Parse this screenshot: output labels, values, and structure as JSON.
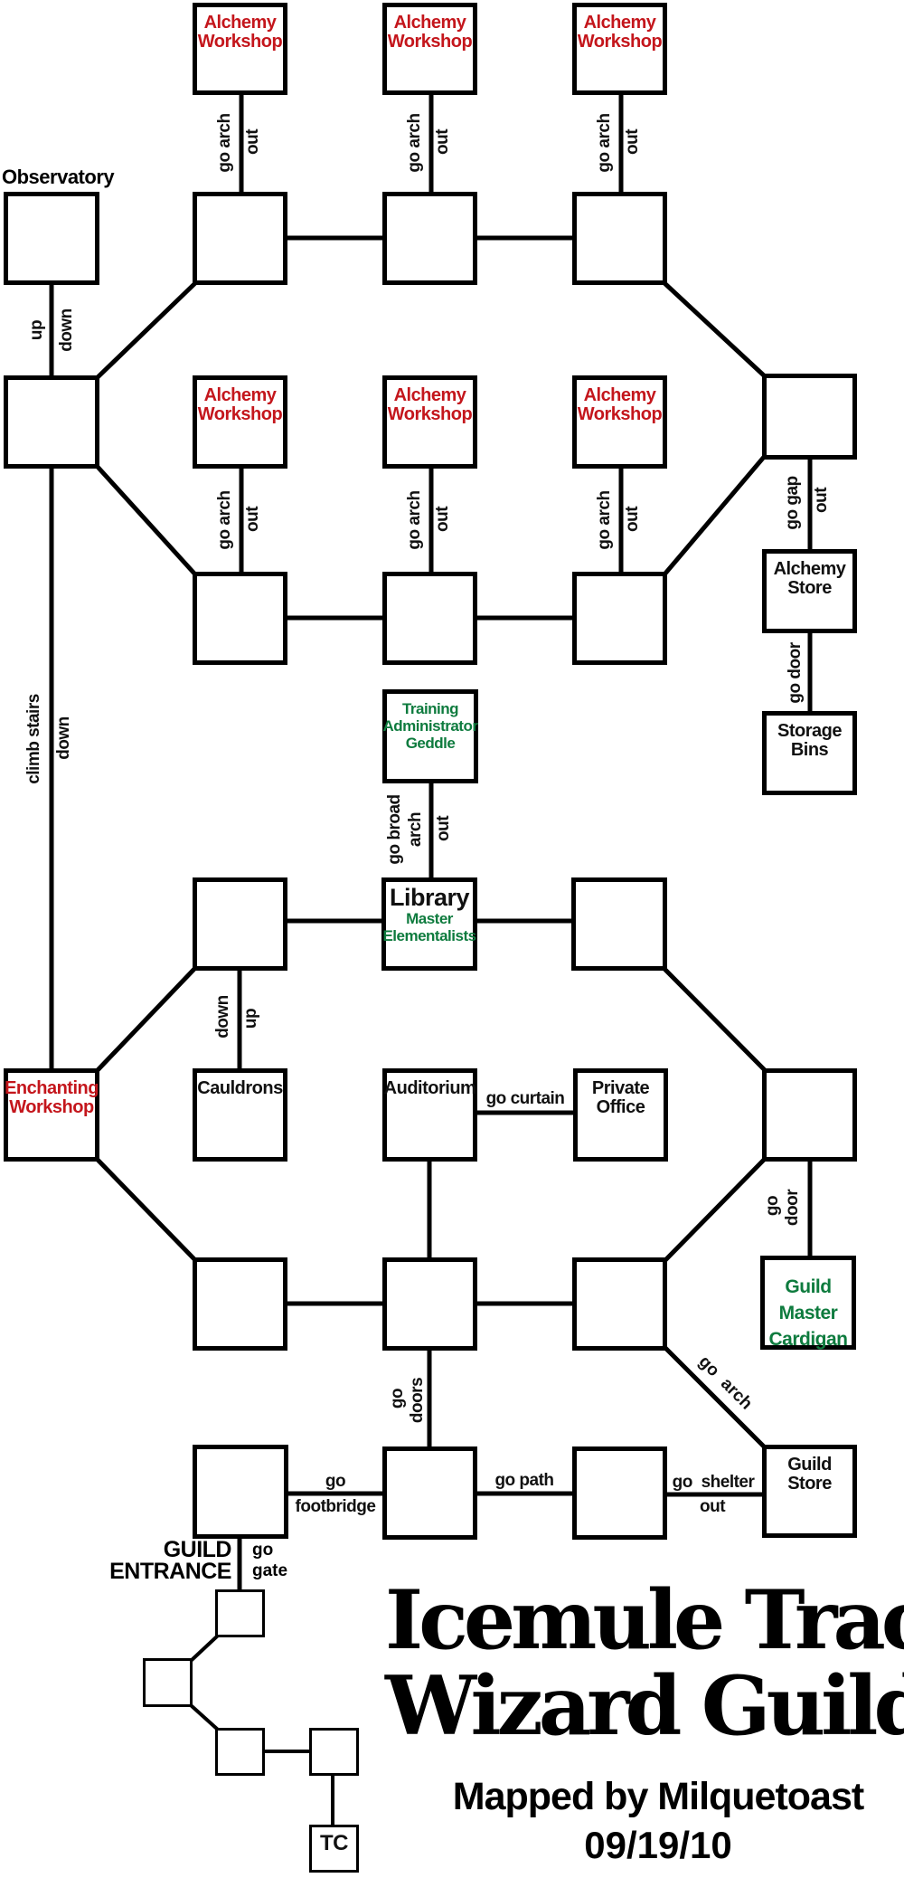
{
  "title": {
    "line1": "Icemule Trace",
    "line2": "Wizard Guild",
    "credit": "Mapped by Milquetoast",
    "date": "09/19/10"
  },
  "colors": {
    "red": "#C4161C",
    "green": "#0E7B3E",
    "line": "#000000",
    "bg": "#FFFFFF"
  },
  "rooms": {
    "observatory": "Observatory",
    "alchemy_workshop": [
      "Alchemy",
      "Workshop"
    ],
    "alchemy_store": [
      "Alchemy",
      "Store"
    ],
    "storage_bins": [
      "Storage",
      "Bins"
    ],
    "training_admin": [
      "Training",
      "Administrator",
      "Geddle"
    ],
    "library": "Library",
    "library_sub": [
      "Master",
      "Elementalists"
    ],
    "enchanting": [
      "Enchanting",
      "Workshop"
    ],
    "cauldrons": "Cauldrons",
    "auditorium": "Auditorium",
    "private_office": [
      "Private",
      "Office"
    ],
    "guild_master": [
      "Guild",
      "Master",
      "Cardigan"
    ],
    "guild_store": [
      "Guild",
      "Store"
    ],
    "tc": "TC"
  },
  "entrance": {
    "line1": "GUILD",
    "line2": "ENTRANCE"
  },
  "paths": {
    "go_arch": "go arch",
    "out": "out",
    "up": "up",
    "down": "down",
    "go_gap": "go gap",
    "go_door": "go door",
    "climb_stairs": "climb stairs",
    "go_broad": "go broad",
    "arch": "arch",
    "go": "go",
    "door": "door",
    "doors": "doors",
    "go_curtain": "go curtain",
    "footbridge": "footbridge",
    "go_path": "go path",
    "go_shelter": "go shelter",
    "gate": "gate",
    "go_arch_diag": "go arch"
  }
}
